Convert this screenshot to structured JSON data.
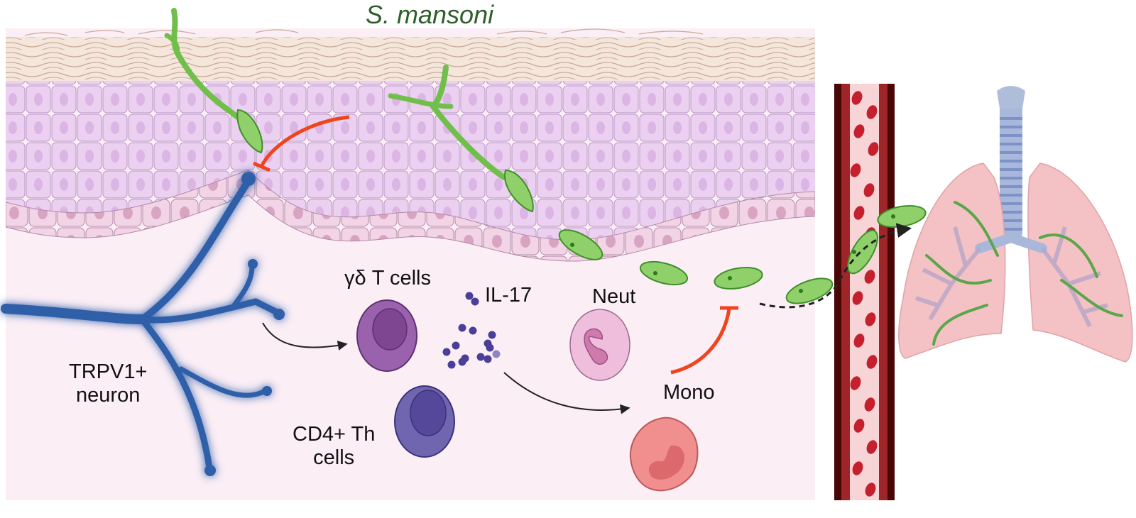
{
  "figure": {
    "title": "S. mansoni",
    "labels": {
      "neuron": "TRPV1+\nneuron",
      "neuron_line1": "TRPV1+",
      "neuron_line2": "neuron",
      "gd_t_cells": "γδ T cells",
      "il17": "IL-17",
      "neut": "Neut",
      "mono": "Mono",
      "cd4_line1": "CD4+ Th",
      "cd4_line2": "cells"
    },
    "colors": {
      "skin_surface": "#f3e3d8",
      "epidermis": "#ecd2f0",
      "basal_layer": "#f0d3e3",
      "dermis": "#fbeef5",
      "parasite_green": "#6fbf4a",
      "parasite_outline": "#3f8f2a",
      "neuron_blue": "#2d5fa8",
      "inhibit_red": "#f0441c",
      "gd_t_cell": "#9a62ad",
      "cd4_cell": "#6f66b0",
      "neut_cell": "#eab3d5",
      "mono_cell": "#ee8e8c",
      "vessel_wall": "#7a1414",
      "rbc": "#c4202e",
      "lung": "#f4c5c6",
      "trachea": "#a7b6d8"
    },
    "relations": [
      {
        "from": "TRPV1+ neuron",
        "to": "γδ T cells",
        "type": "activates"
      },
      {
        "from": "IL-17",
        "to": "Mono",
        "type": "recruits"
      },
      {
        "from": "Mono",
        "to": "S. mansoni",
        "type": "inhibits"
      },
      {
        "from": "S. mansoni",
        "to": "TRPV1+ neuron",
        "type": "inhibits"
      },
      {
        "from": "S. mansoni",
        "to": "lungs",
        "type": "migrates"
      }
    ]
  }
}
